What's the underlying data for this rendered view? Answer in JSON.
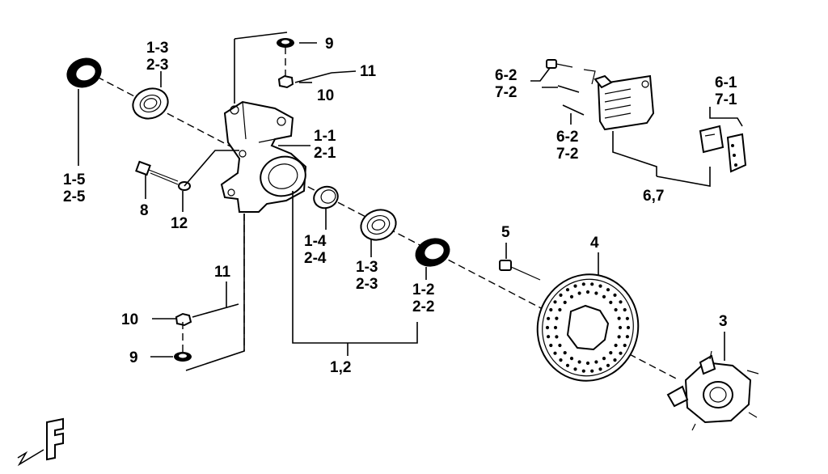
{
  "labels": {
    "l1_3_top": "1-3",
    "l2_3_top": "2-3",
    "l1_5": "1-5",
    "l2_5": "2-5",
    "l9_top": "9",
    "l11_top": "11",
    "l10_top": "10",
    "l1_1": "1-1",
    "l2_1": "2-1",
    "l8": "8",
    "l12": "12",
    "l1_4": "1-4",
    "l2_4": "2-4",
    "l1_3_mid": "1-3",
    "l2_3_mid": "2-3",
    "l1_2": "1-2",
    "l2_2": "2-2",
    "l1_2_group": "1,2",
    "l11_bot": "11",
    "l10_bot": "10",
    "l9_bot": "9",
    "l5": "5",
    "l4": "4",
    "l3": "3",
    "l6_2_top": "6-2",
    "l7_2_top": "7-2",
    "l6_2_mid": "6-2",
    "l7_2_mid": "7-2",
    "l6_1": "6-1",
    "l7_1": "7-1",
    "l6_7": "6,7",
    "front_mark": "F"
  }
}
